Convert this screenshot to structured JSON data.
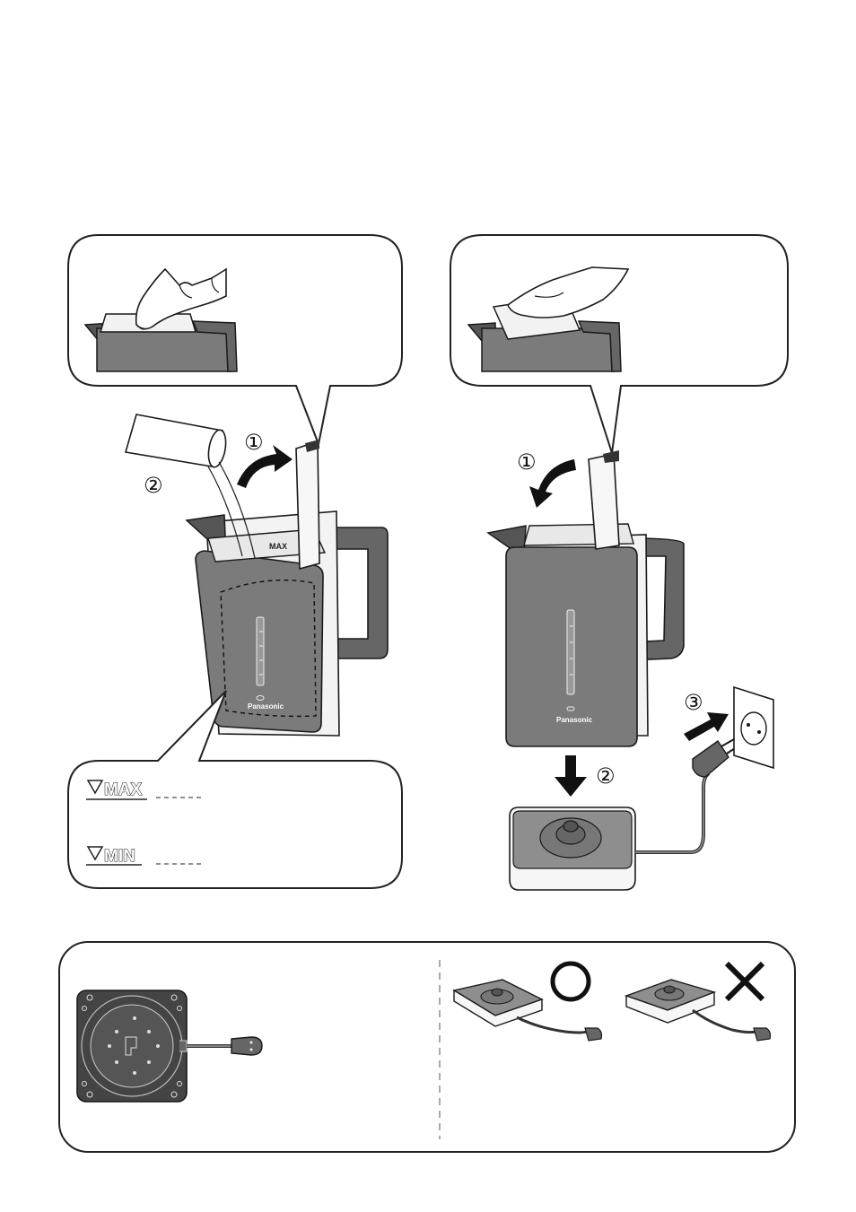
{
  "step_markers": {
    "left_pour": "②",
    "left_open": "①",
    "right_close": "①",
    "right_place": "②",
    "right_plug": "③"
  },
  "brand": "Panasonic",
  "water_level": {
    "max_label": "MAX",
    "min_label": "MIN"
  },
  "lid_text": {
    "max_small": "MAX"
  },
  "colors": {
    "kettle_body": "#7b7b7b",
    "kettle_dark": "#555555",
    "outline": "#1a1a1a",
    "base_top": "#8e8e8e",
    "callout_border": "#222222",
    "divider": "#aaaaaa"
  },
  "icons": {
    "correct": "circle-ok-icon",
    "wrong": "cross-ng-icon"
  }
}
